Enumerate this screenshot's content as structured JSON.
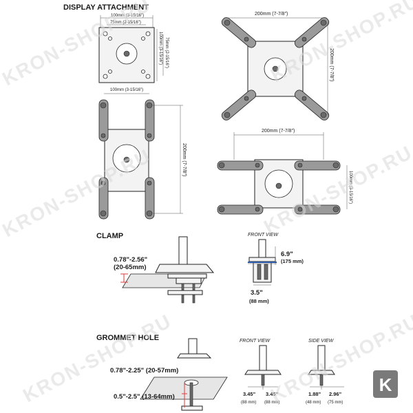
{
  "headings": {
    "display": "DISPLAY ATTACHMENT",
    "clamp": "CLAMP",
    "grommet": "GROMMET HOLE"
  },
  "vesa": {
    "w100": "100mm (3-15/16\")",
    "w75": "75mm (2-15/16\")",
    "h100": "100mm (3-15/16\")",
    "h75": "75mm (2-15/16\")",
    "w100b": "100mm (3-15/16\")",
    "h200b": "200mm (7-7/8\")",
    "w200a": "200mm (7-7/8\")",
    "h200a": "200mm (7-7/8\")",
    "w200c": "200mm (7-7/8\")",
    "h100c": "100mm (3-15/16\")"
  },
  "clamp": {
    "range": "0.78\"-2.56\"",
    "range_mm": "(20-65mm)",
    "front_view": "FRONT VIEW",
    "depth": "6.9\"",
    "depth_mm": "(175 mm)",
    "width": "3.5\"",
    "width_mm": "(88 mm)"
  },
  "grommet": {
    "desk_range": "0.78\"-2.25\" (20-57mm)",
    "hole_range": "0.5\"-2.5\" (13-64mm)",
    "front_view": "FRONT VIEW",
    "side_view": "SIDE VIEW",
    "f_left": "3.45\"",
    "f_left_mm": "(88 mm)",
    "f_right": "3.45\"",
    "f_right_mm": "(88 mm)",
    "s_left": "1.88\"",
    "s_left_mm": "(48 mm)",
    "s_right": "2.96\"",
    "s_right_mm": "(75 mm)"
  },
  "watermark": {
    "text": "KRON-SHOP.RU",
    "badge": "K"
  },
  "colors": {
    "accent_red": "#e23a3a",
    "badge_gray": "#7a7a7a"
  }
}
